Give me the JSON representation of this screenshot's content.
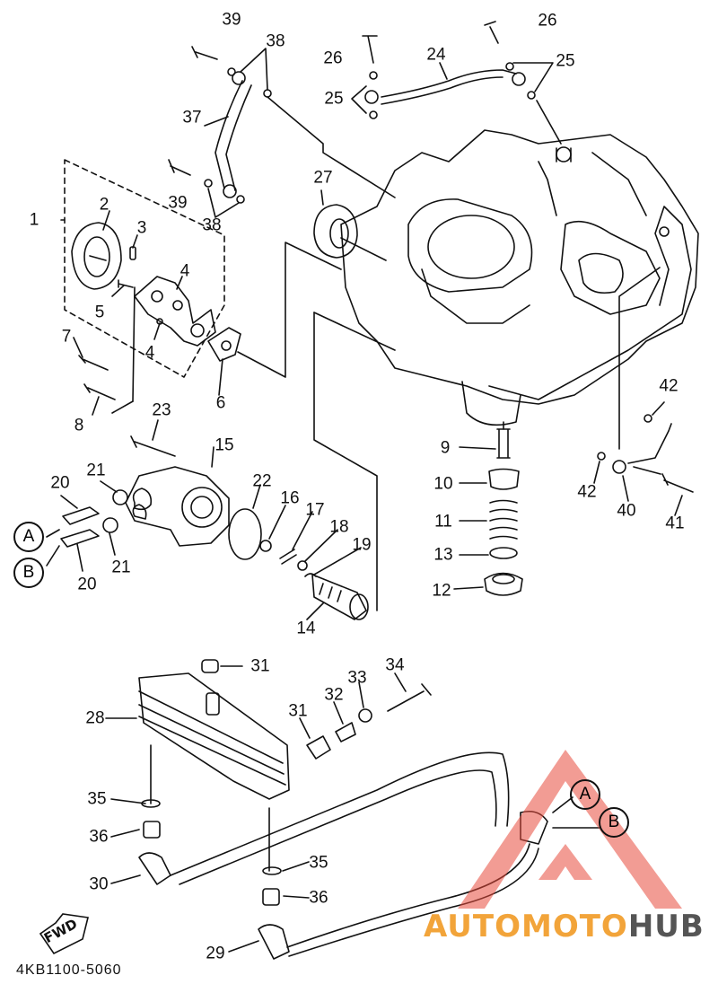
{
  "diagram_code": "4KB1100-5060",
  "fwd_label": "FWD",
  "watermark": {
    "part1": "AUTO",
    "part2": "MOTO",
    "part3": "HUB",
    "colors": {
      "triangle": "#e84a3c",
      "auto": "#f2a43a",
      "hub": "#555555"
    }
  },
  "labels": [
    "1",
    "2",
    "3",
    "4",
    "4",
    "5",
    "6",
    "7",
    "8",
    "9",
    "10",
    "11",
    "12",
    "13",
    "14",
    "15",
    "16",
    "17",
    "18",
    "19",
    "20",
    "20",
    "21",
    "21",
    "22",
    "23",
    "24",
    "25",
    "25",
    "26",
    "26",
    "27",
    "28",
    "29",
    "30",
    "31",
    "31",
    "32",
    "33",
    "34",
    "35",
    "35",
    "36",
    "36",
    "37",
    "38",
    "38",
    "39",
    "39",
    "40",
    "41",
    "42",
    "42"
  ],
  "connectors": [
    "A",
    "B",
    "A",
    "B"
  ]
}
